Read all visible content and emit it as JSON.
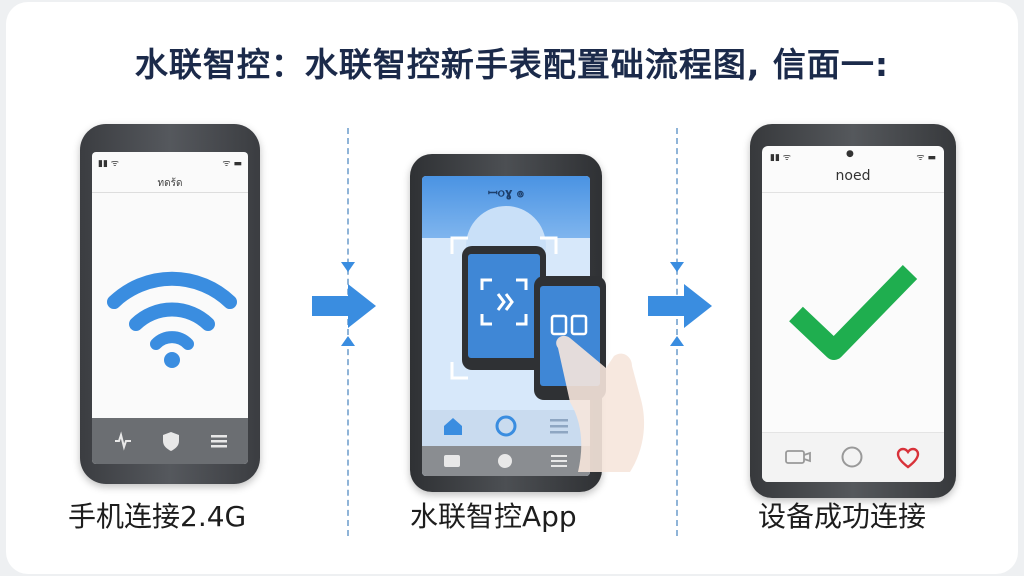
{
  "title": "水联智控：水联智控新手表配置础流程图, 信面一:",
  "steps": [
    {
      "caption": "手机连接2.4G",
      "screen_label": "ทดร้ด"
    },
    {
      "caption": "水联智控App",
      "screen_label": "ꟷ૦ɣ ๏"
    },
    {
      "caption": "设备成功连接",
      "screen_label": "noed"
    }
  ],
  "colors": {
    "accent_blue": "#3a8de0",
    "check_green": "#1fae4f",
    "heart_red": "#d8323a",
    "phone_body": "#45484c"
  },
  "icons": [
    "wifi-icon",
    "shield-icon",
    "menu-icon",
    "qr-scan-icon",
    "check-icon",
    "heart-icon",
    "home-icon",
    "circle-icon"
  ]
}
